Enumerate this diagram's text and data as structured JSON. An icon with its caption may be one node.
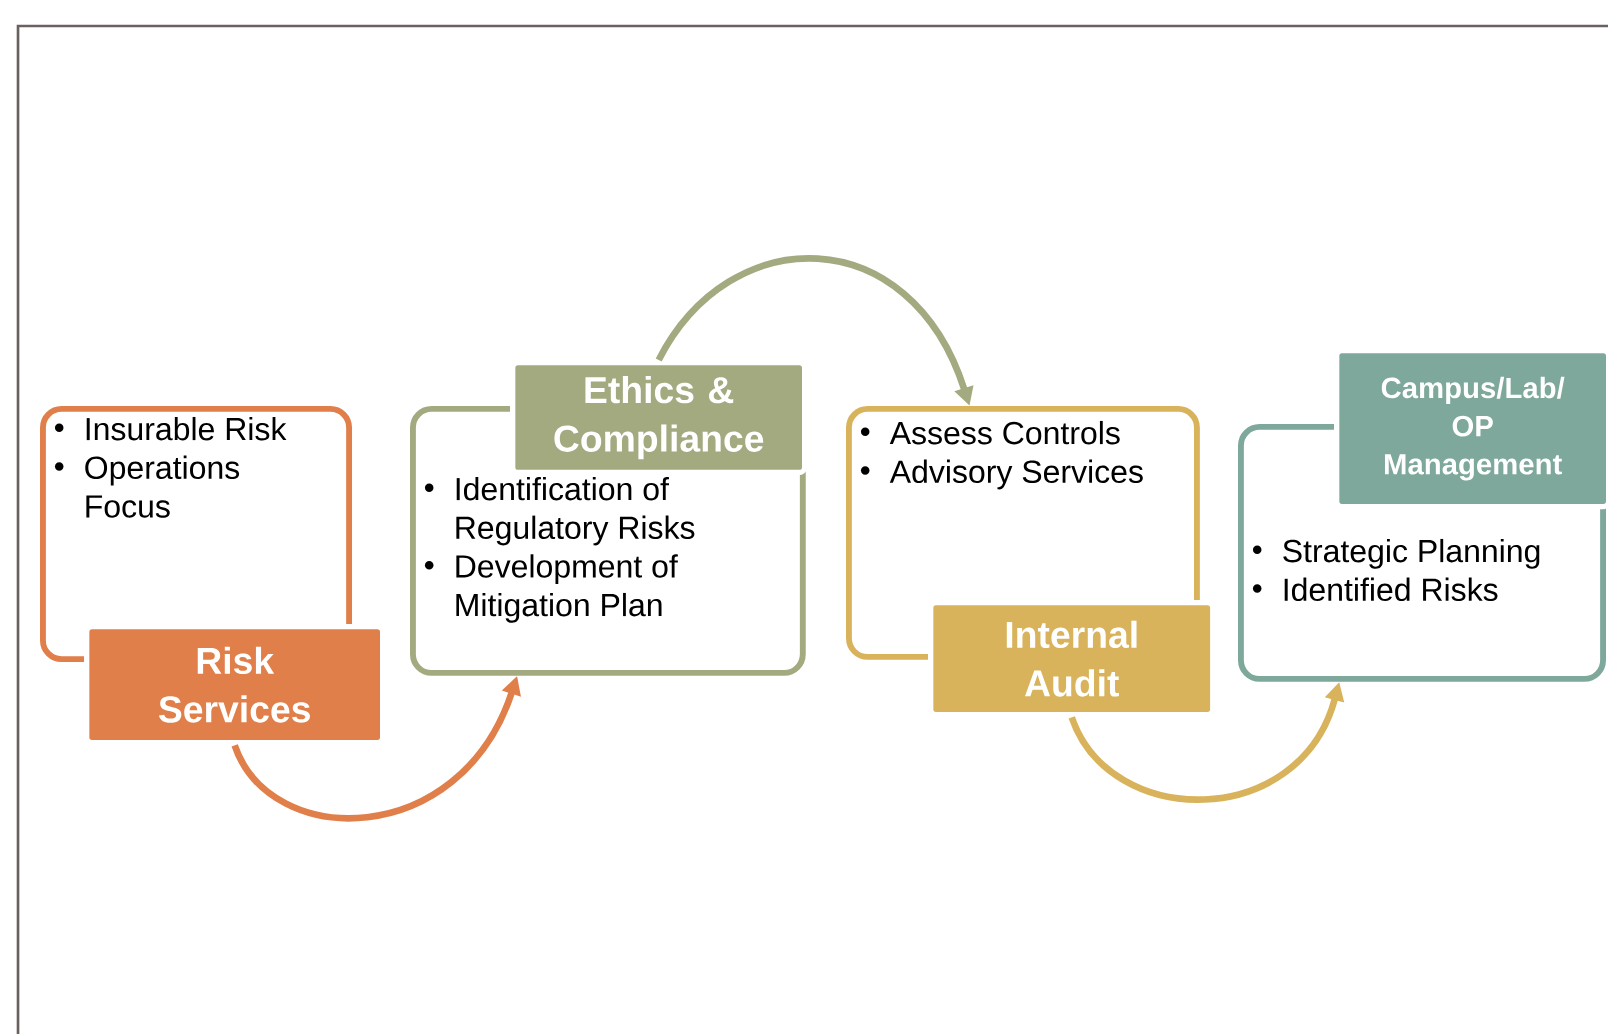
{
  "diagram": {
    "nodes": [
      {
        "text": [
          "Insurable Risk",
          "Operations Focus"
        ]
      },
      {
        "text": [
          "Risk Services"
        ]
      },
      {
        "text": [
          "Ethics & Compliance"
        ]
      },
      {
        "text": [
          "Identification of Regulatory Risks",
          "Development of Mitigation Plan"
        ]
      },
      {
        "text": [
          "Assess Controls",
          "Advisory Services"
        ]
      },
      {
        "text": [
          "Internal Audit"
        ]
      },
      {
        "text": [
          "Campus/Lab/ OP Management"
        ]
      },
      {
        "text": [
          "Strategic Planning",
          "Identified Risks"
        ]
      }
    ],
    "edges": [
      {
        "from": 1,
        "to": 3,
        "arrow": "to",
        "color": "#e07f4a"
      },
      {
        "from": 2,
        "to": 4,
        "arrow": "to",
        "color": "#a3aa80"
      },
      {
        "from": 5,
        "to": 7,
        "arrow": "to",
        "color": "#d9b35c"
      }
    ]
  }
}
